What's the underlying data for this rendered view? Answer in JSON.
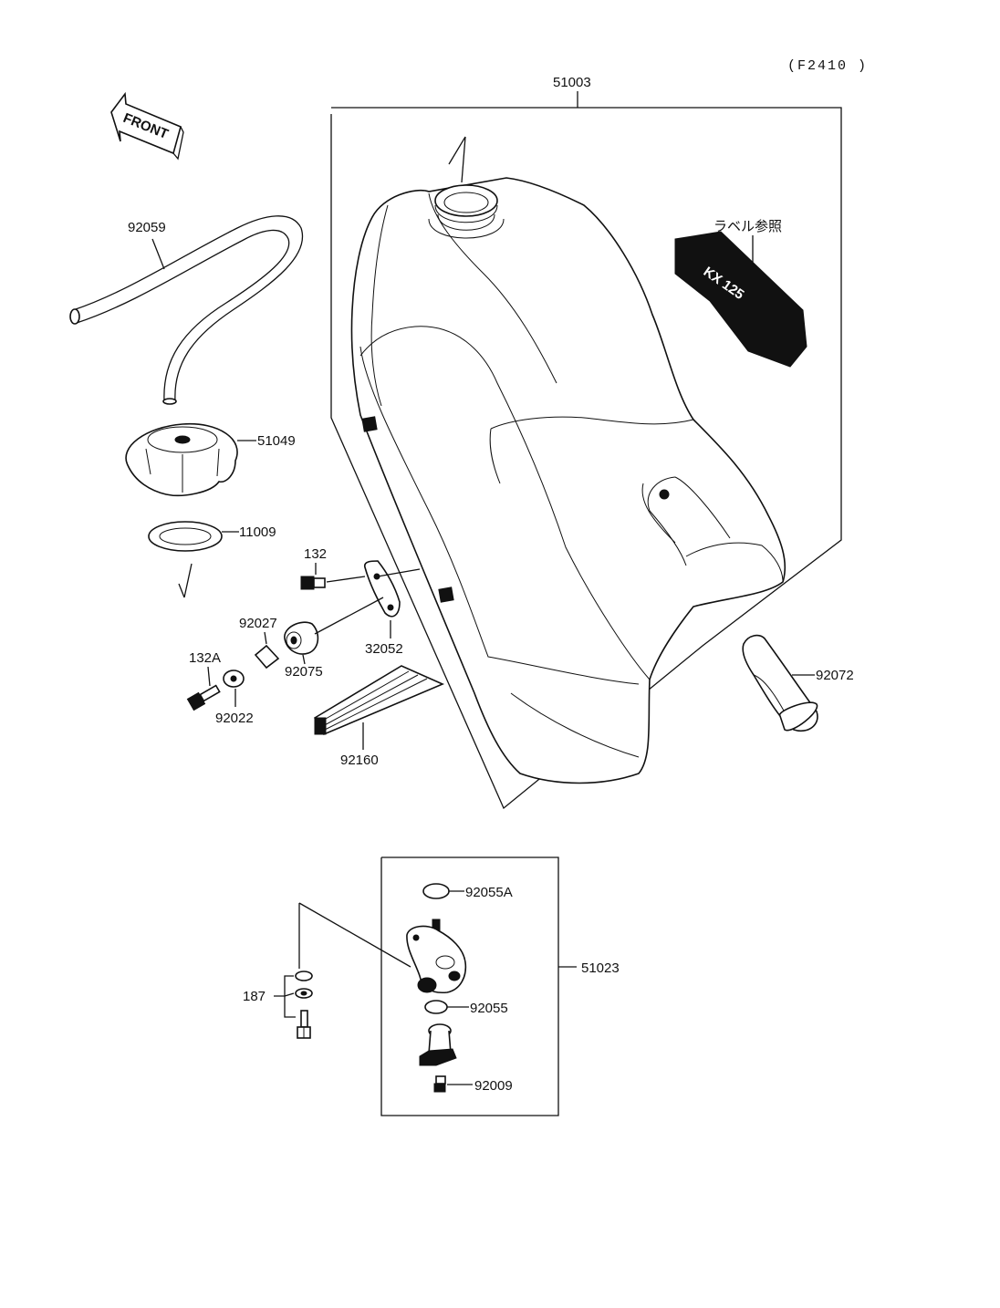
{
  "figure_code": "(F2410 )",
  "front_label": "FRONT",
  "label_ref": "ラベル参照",
  "decal_text": "KX 125",
  "parts": {
    "tank": "51003",
    "vent_hose": "92059",
    "cap": "51049",
    "gasket": "11009",
    "bolt_132": "132",
    "collar": "92027",
    "bolt_132a": "132A",
    "washer": "92022",
    "damper": "92075",
    "bracket": "32052",
    "pad": "92160",
    "strap": "92072",
    "oring_a": "92055A",
    "fuel_cock": "51023",
    "bolt_set": "187",
    "oring": "92055",
    "screw": "92009"
  }
}
